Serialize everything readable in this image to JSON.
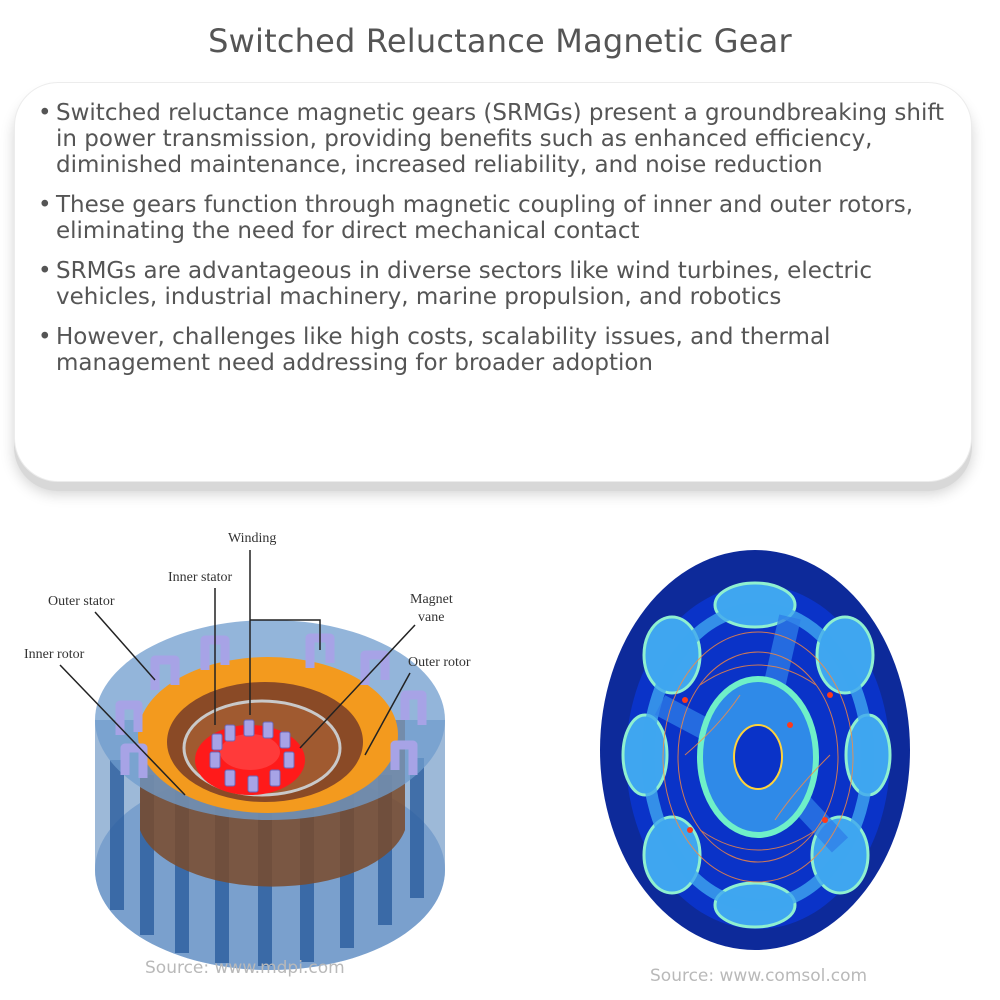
{
  "title": "Switched Reluctance Magnetic Gear",
  "bullets": [
    "Switched reluctance magnetic gears (SRMGs) present a groundbreaking shift in power transmission, providing benefits such as enhanced efficiency, diminished maintenance, increased reliability, and noise reduction",
    "These gears function through magnetic coupling of inner and outer rotors, eliminating the need for direct mechanical contact",
    "SRMGs are advantageous in diverse sectors like wind turbines, electric vehicles, industrial machinery, marine propulsion, and robotics",
    "However, challenges like high costs, scalability issues, and thermal management need addressing for broader adoption"
  ],
  "bullet_marker": "•",
  "left_figure": {
    "labels": {
      "winding": "Winding",
      "inner_stator": "Inner stator",
      "outer_stator": "Outer stator",
      "magnet_vane_1": "Magnet",
      "magnet_vane_2": "vane",
      "inner_rotor": "Inner rotor",
      "outer_rotor": "Outer rotor"
    },
    "source": "Source: www.mdpi.com"
  },
  "right_figure": {
    "source": "Source: www.comsol.com"
  },
  "colors": {
    "text": "#555555",
    "outer_blue": "#2b5d9e",
    "orange": "#f39a1e",
    "red_core": "#ff1a1a",
    "lavender_teeth": "#a7a3e6",
    "fem_background": "#0d2a9a"
  }
}
